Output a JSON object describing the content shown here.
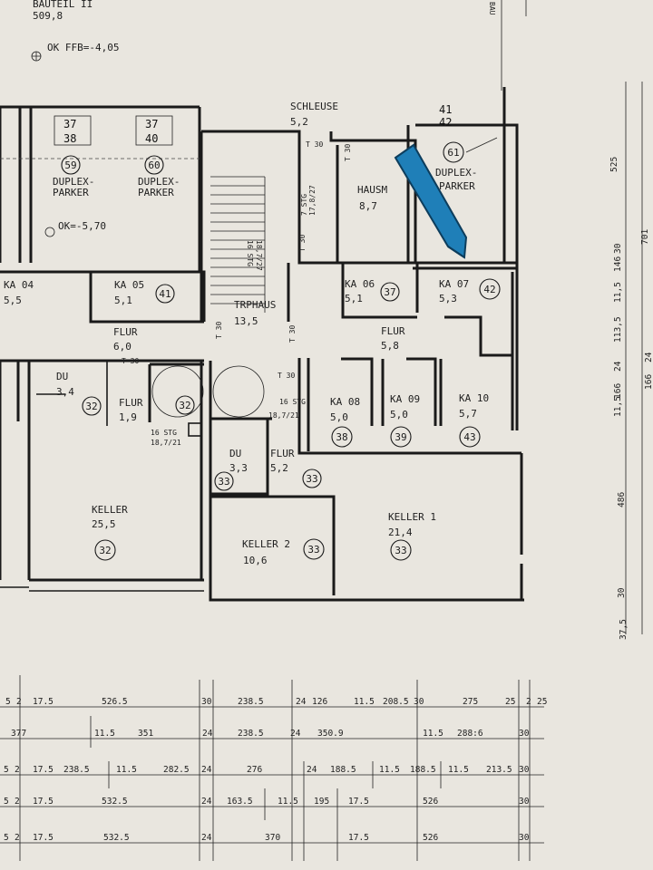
{
  "header": {
    "bauteil": "BAUTEIL II",
    "elevation": "509,8",
    "ok_ffb": "OK FFB=-4,05",
    "right_edge": "BAU"
  },
  "duplex_left": {
    "ok": "OK=-5,70",
    "h1_top": "37",
    "h1_bottom": "38",
    "h2_top": "37",
    "h2_bottom": "40",
    "n1": "59",
    "n2": "60",
    "n3": "61",
    "label": "DUPLEX-PARKER",
    "l1": "DUPLEX-",
    "l2": "PARKER",
    "hand_top": "41",
    "hand_bottom": "42",
    "parker_tail": "PARKER"
  },
  "rooms": {
    "schleuse": {
      "name": "SCHLEUSE",
      "area": "5,2"
    },
    "hausm": {
      "name": "HAUSM",
      "area": "8,7"
    },
    "ka04": {
      "name": "KA 04",
      "area": "5,5"
    },
    "ka05": {
      "name": "KA 05",
      "area": "5,1",
      "num": "41"
    },
    "treppenhaus": {
      "name": "TRPHAUS",
      "area": "13,5"
    },
    "ka06": {
      "name": "KA 06",
      "area": "5,1",
      "num": "37"
    },
    "ka07": {
      "name": "KA 07",
      "area": "5,3",
      "num": "42"
    },
    "flur_left": {
      "name": "FLUR",
      "area": "6,0"
    },
    "flur_right": {
      "name": "FLUR",
      "area": "5,8"
    },
    "du_left": {
      "name": "DU",
      "area": "3,4",
      "num": "32"
    },
    "flur_small": {
      "name": "FLUR",
      "area": "1,9",
      "num": "32"
    },
    "ka08": {
      "name": "KA 08",
      "area": "5,0",
      "num": "38"
    },
    "ka09": {
      "name": "KA 09",
      "area": "5,0",
      "num": "39"
    },
    "ka10": {
      "name": "KA 10",
      "area": "5,7",
      "num": "43"
    },
    "du_mid": {
      "name": "DU",
      "area": "3,3",
      "num": "33"
    },
    "flur_mid": {
      "name": "FLUR",
      "area": "5,2",
      "num": "33"
    },
    "keller_left": {
      "name": "KELLER",
      "area": "25,5",
      "num": "32"
    },
    "keller2": {
      "name": "KELLER 2",
      "area": "10,6",
      "num": "33"
    },
    "keller1": {
      "name": "KELLER 1",
      "area": "21,4",
      "num": "33"
    }
  },
  "stairs": {
    "a": "16 STG",
    "a2": "18,7/27",
    "b": "16 STG",
    "b2": "18,7/21",
    "c": "16 STG",
    "c2": "18,7/21",
    "d": "7 STG",
    "d2": "17,8/27",
    "t30": "T 30"
  },
  "right_dims": {
    "d1": "525",
    "d2": "146",
    "d3": "30",
    "d4": "11,5",
    "d5": "113,5",
    "d6": "24",
    "d7": "166",
    "d8": "11,5",
    "d9": "486",
    "d10": "30",
    "d11": "37,5",
    "d12": "701",
    "d13": "166",
    "d14": "24"
  },
  "dim_rows": [
    [
      "5",
      "2",
      "17.5",
      "526.5",
      "30",
      "238.5",
      "24",
      "126",
      "11.5",
      "208.5",
      "30",
      "275",
      "25",
      "2",
      "25"
    ],
    [
      "377",
      "11.5",
      "351",
      "24",
      "238.5",
      "24",
      "350.9",
      "11.5",
      "288:6",
      "30"
    ],
    [
      "5",
      "2",
      "17.5",
      "238.5",
      "11.5",
      "282.5",
      "24",
      "276",
      "24",
      "188.5",
      "11.5",
      "188.5",
      "11.5",
      "213.5",
      "30"
    ],
    [
      "5",
      "2",
      "17.5",
      "532.5",
      "24",
      "163.5",
      "11.5",
      "195",
      "17.5",
      "526",
      "30"
    ],
    [
      "5",
      "2",
      "17.5",
      "532.5",
      "24",
      "370",
      "17.5",
      "526",
      "30"
    ]
  ],
  "colors": {
    "paper": "#e9e6df",
    "ink": "#1a1a1a",
    "pen": "#1f7fb8"
  }
}
